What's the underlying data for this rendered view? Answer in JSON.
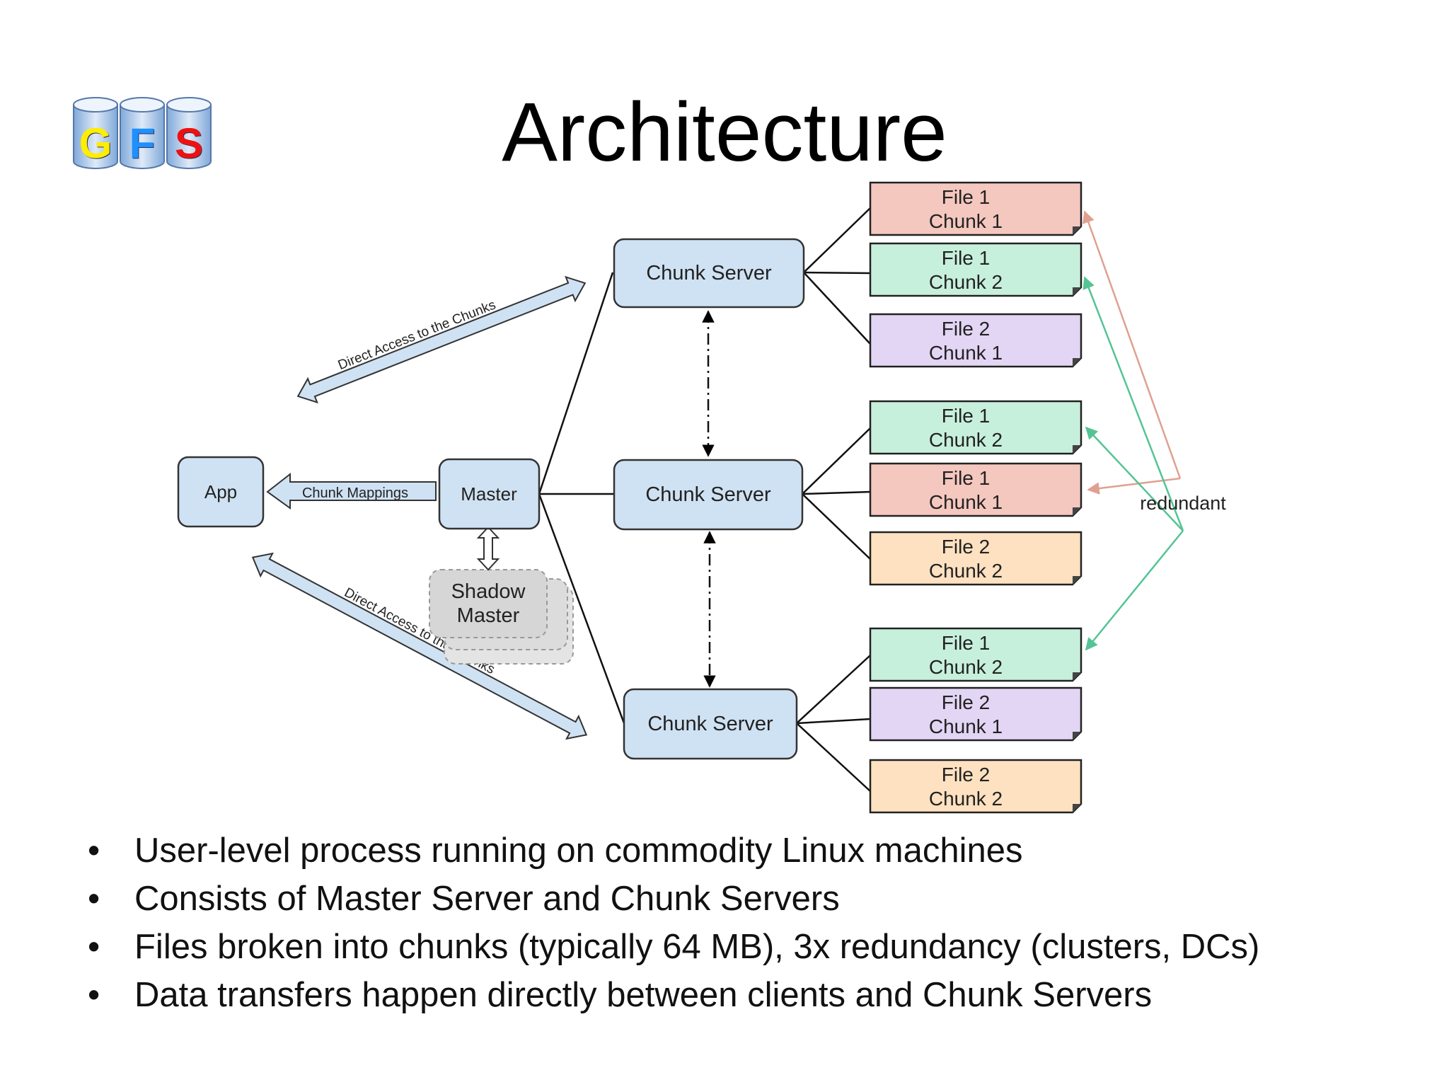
{
  "title": "Architecture",
  "logo": {
    "letters": [
      "G",
      "F",
      "S"
    ],
    "colors": [
      "#ffee00",
      "#1e90ff",
      "#ee1111"
    ]
  },
  "diagram": {
    "app": "App",
    "master": "Master",
    "shadow_master": [
      "Shadow",
      "Master"
    ],
    "chunk_servers": [
      "Chunk Server",
      "Chunk Server",
      "Chunk Server"
    ],
    "arrow_labels": {
      "chunk_mappings": "Chunk Mappings",
      "direct_access_top": "Direct Access to the Chunks",
      "direct_access_bottom": "Direct Access to the Chunks"
    },
    "redundant_label": "redundant",
    "chunk_groups": [
      [
        {
          "line1": "File 1",
          "line2": "Chunk 1",
          "color": "red"
        },
        {
          "line1": "File 1",
          "line2": "Chunk 2",
          "color": "green"
        },
        {
          "line1": "File 2",
          "line2": "Chunk 1",
          "color": "purple"
        }
      ],
      [
        {
          "line1": "File 1",
          "line2": "Chunk 2",
          "color": "green"
        },
        {
          "line1": "File 1",
          "line2": "Chunk 1",
          "color": "red"
        },
        {
          "line1": "File 2",
          "line2": "Chunk 2",
          "color": "orange"
        }
      ],
      [
        {
          "line1": "File 1",
          "line2": "Chunk 2",
          "color": "green"
        },
        {
          "line1": "File 2",
          "line2": "Chunk 1",
          "color": "purple"
        },
        {
          "line1": "File 2",
          "line2": "Chunk 2",
          "color": "orange"
        }
      ]
    ],
    "colors": {
      "red": "#f4c7bf",
      "green": "#c7f0dc",
      "purple": "#e3d5f4",
      "orange": "#fde1c0",
      "node_fill": "#cfe2f3",
      "arrow_red": "#e0a090",
      "arrow_green": "#55c495"
    }
  },
  "bullets": [
    "User-level process running on commodity Linux machines",
    "Consists of Master Server and Chunk Servers",
    "Files broken into chunks (typically 64 MB), 3x redundancy (clusters, DCs)",
    "Data transfers happen directly between clients and Chunk Servers"
  ]
}
